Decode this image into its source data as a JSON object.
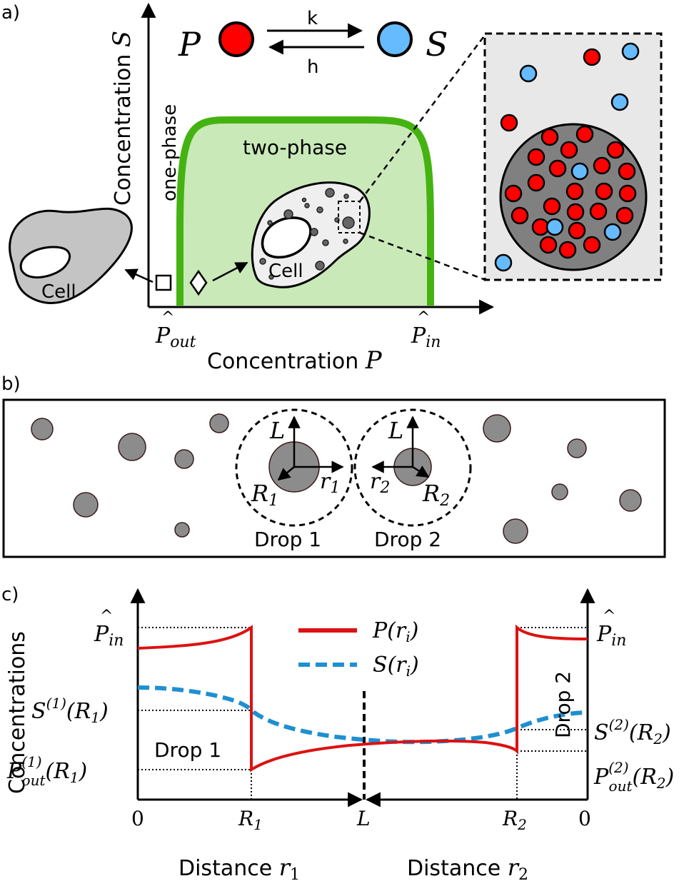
{
  "panel_a": {
    "label": "a)",
    "reaction": {
      "left": "P",
      "right": "S",
      "forward": "k",
      "backward": "h"
    },
    "y_axis_label": "Concentration ",
    "y_axis_var": "S",
    "x_axis_label": "Concentration ",
    "x_axis_var": "P",
    "x_tick_left_base": "P",
    "x_tick_left_sub": "out",
    "x_tick_right_base": "P",
    "x_tick_right_sub": "in",
    "region_one_phase": "one-phase",
    "region_two_phase": "two-phase",
    "cell_left_label": "Cell",
    "cell_center_label": "Cell",
    "colors": {
      "P": "#ff0000",
      "S": "#66bbff",
      "binodal": "#44b311",
      "two_phase_fill": "#c9e9b9"
    }
  },
  "panel_b": {
    "label": "b)",
    "drop1": {
      "name": "Drop 1",
      "L": "L",
      "R_base": "R",
      "R_sub": "1",
      "r_base": "r",
      "r_sub": "1"
    },
    "drop2": {
      "name": "Drop 2",
      "L": "L",
      "R_base": "R",
      "R_sub": "2",
      "r_base": "r",
      "r_sub": "2"
    }
  },
  "panel_c": {
    "label": "c)",
    "y_axis_label": "Concentrations",
    "x_axis_left_label": "Distance ",
    "x_axis_left_var": "r",
    "x_axis_left_sub": "1",
    "x_axis_right_label": "Distance ",
    "x_axis_right_var": "r",
    "x_axis_right_sub": "2",
    "tick_zero_left": "0",
    "tick_zero_right": "0",
    "tick_R1_base": "R",
    "tick_R1_sub": "1",
    "tick_L": "L",
    "tick_R2_base": "R",
    "tick_R2_sub": "2",
    "legend_P": {
      "base": "P",
      "paren_open": "(",
      "var": "r",
      "sub": "i",
      "paren_close": ")"
    },
    "legend_S": {
      "base": "S",
      "paren_open": "(",
      "var": "r",
      "sub": "i",
      "paren_close": ")"
    },
    "label_Pin_left": {
      "base": "P",
      "sub": "in"
    },
    "label_Pin_right": {
      "base": "P",
      "sub": "in"
    },
    "label_S1": {
      "base": "S",
      "sup": "(1)",
      "arg": "(R",
      "arg_sub": "1",
      "close": ")"
    },
    "label_Pout1": {
      "base": "P",
      "sub": "out",
      "sup": "(1)",
      "arg": "(R",
      "arg_sub": "1",
      "close": ")"
    },
    "label_S2": {
      "base": "S",
      "sup": "(2)",
      "arg": "(R",
      "arg_sub": "2",
      "close": ")"
    },
    "label_Pout2": {
      "base": "P",
      "sub": "out",
      "sup": "(2)",
      "arg": "(R",
      "arg_sub": "2",
      "close": ")"
    },
    "drop1_label": "Drop 1",
    "drop2_label": "Drop 2",
    "colors": {
      "P": "#dd1111",
      "S": "#1f8fd1"
    }
  }
}
